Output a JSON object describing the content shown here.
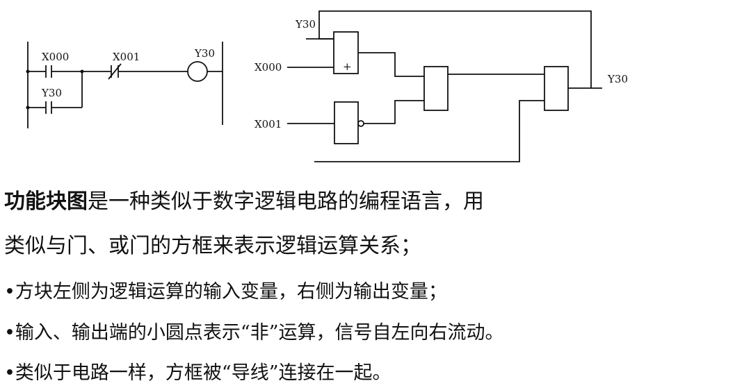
{
  "ladder": {
    "contact1_label": "X000",
    "contact2_label": "X001",
    "contact3_label": "Y30",
    "coil_label": "Y30"
  },
  "fbd": {
    "input_feedback_label": "Y30",
    "input1_label": "X000",
    "input2_label": "X001",
    "or_gate_symbol": "+",
    "output_label": "Y30"
  },
  "description": {
    "term": "功能块图",
    "line1_rest": "是一种类似于数字逻辑电路的编程语言，用",
    "line2": "类似与门、或门的方框来表示逻辑运算关系；",
    "bullet1": "•方块左侧为逻辑运算的输入变量，右侧为输出变量；",
    "bullet2": "•输入、输出端的小圆点表示“非”运算，信号自左向右流动。",
    "bullet3": "•类似于电路一样，方框被“导线”连接在一起。"
  }
}
